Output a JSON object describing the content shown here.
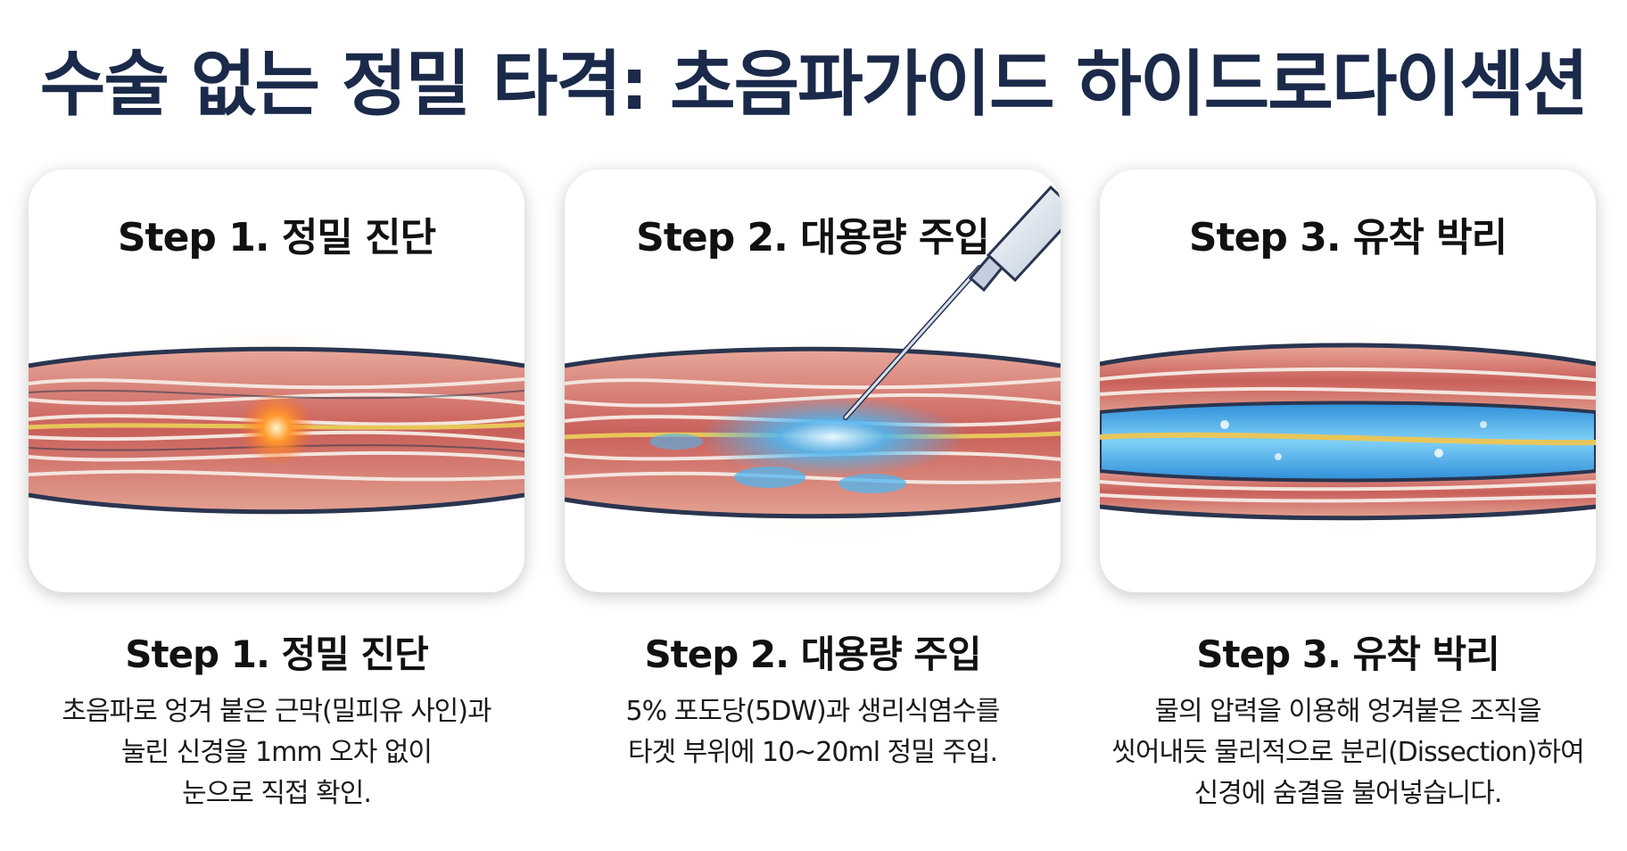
{
  "title": "수술 없는 정밀 타격: 초음파가이드 하이드로다이섹션",
  "panels": [
    {
      "title": "Step 1. 정밀 진단",
      "illustration": "tissue-with-glowing-hotspot"
    },
    {
      "title": "Step 2. 대용량 주입",
      "illustration": "syringe-injecting-fluid"
    },
    {
      "title": "Step 3. 유착 박리",
      "illustration": "separated-nerve-layer"
    }
  ],
  "steps": [
    {
      "heading": "Step 1. 정밀 진단",
      "lines": [
        "초음파로 엉겨 붙은 근막(밀피유 사인)과",
        "눌린 신경을 1mm 오차 없이",
        "눈으로 직접 확인."
      ]
    },
    {
      "heading": "Step 2. 대용량 주입",
      "lines": [
        "5% 포도당(5DW)과 생리식염수를",
        "타겟 부위에 10~20ml 정밀 주입."
      ]
    },
    {
      "heading": "Step 3. 유착 박리",
      "lines": [
        "물의 압력을 이용해 엉겨붙은 조직을",
        "씻어내듯 물리적으로 분리(Dissection)하여",
        "신경에 숨결을 불어넣습니다."
      ]
    }
  ],
  "colors": {
    "title": "#1b2a4a",
    "muscle": "#c9605a",
    "fascia_line": "#f4e6df",
    "outline": "#2a3550",
    "nerve": "#e8c65a",
    "hotspot": "#ff9a2e",
    "fluid": "#4fb6f0"
  }
}
